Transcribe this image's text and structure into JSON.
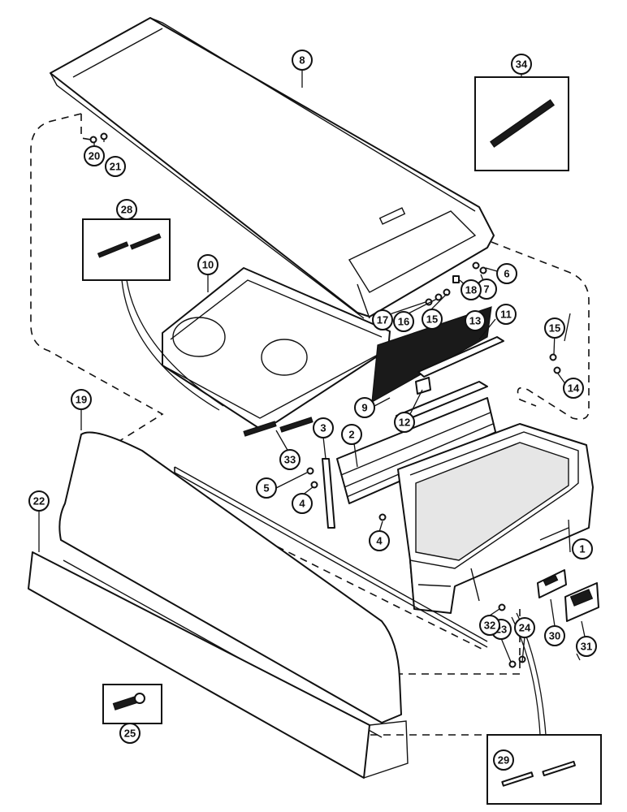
{
  "callouts": [
    {
      "id": "c1",
      "label": "1"
    },
    {
      "id": "c2",
      "label": "2"
    },
    {
      "id": "c3",
      "label": "3"
    },
    {
      "id": "c4a",
      "label": "4"
    },
    {
      "id": "c4b",
      "label": "4"
    },
    {
      "id": "c5",
      "label": "5"
    },
    {
      "id": "c6",
      "label": "6"
    },
    {
      "id": "c7",
      "label": "7"
    },
    {
      "id": "c8",
      "label": "8"
    },
    {
      "id": "c9",
      "label": "9"
    },
    {
      "id": "c10",
      "label": "10"
    },
    {
      "id": "c11",
      "label": "11"
    },
    {
      "id": "c12",
      "label": "12"
    },
    {
      "id": "c13",
      "label": "13"
    },
    {
      "id": "c14",
      "label": "14"
    },
    {
      "id": "c15a",
      "label": "15"
    },
    {
      "id": "c15b",
      "label": "15"
    },
    {
      "id": "c16",
      "label": "16"
    },
    {
      "id": "c17",
      "label": "17"
    },
    {
      "id": "c18",
      "label": "18"
    },
    {
      "id": "c19",
      "label": "19"
    },
    {
      "id": "c20",
      "label": "20"
    },
    {
      "id": "c21",
      "label": "21"
    },
    {
      "id": "c22",
      "label": "22"
    },
    {
      "id": "c23",
      "label": "23"
    },
    {
      "id": "c24",
      "label": "24"
    },
    {
      "id": "c25",
      "label": "25"
    },
    {
      "id": "c28",
      "label": "28"
    },
    {
      "id": "c29",
      "label": "29"
    },
    {
      "id": "c30",
      "label": "30"
    },
    {
      "id": "c31",
      "label": "31"
    },
    {
      "id": "c32",
      "label": "32"
    },
    {
      "id": "c33",
      "label": "33"
    },
    {
      "id": "c34",
      "label": "34"
    }
  ]
}
